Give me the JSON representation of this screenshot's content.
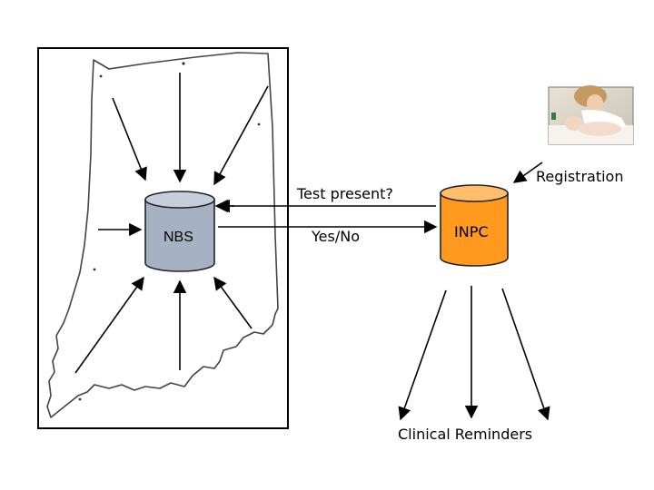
{
  "diagram": {
    "nodes": {
      "nbs": {
        "label": "NBS",
        "fill": "#a6b2c3"
      },
      "inpc": {
        "label": "INPC",
        "fill": "#ff9a1f"
      }
    },
    "edges": {
      "query_label": "Test present?",
      "response_label": "Yes/No",
      "registration_label": "Registration",
      "output_label": "Clinical Reminders"
    },
    "colors": {
      "map_stroke": "#444444",
      "arrow": "#000000"
    }
  }
}
